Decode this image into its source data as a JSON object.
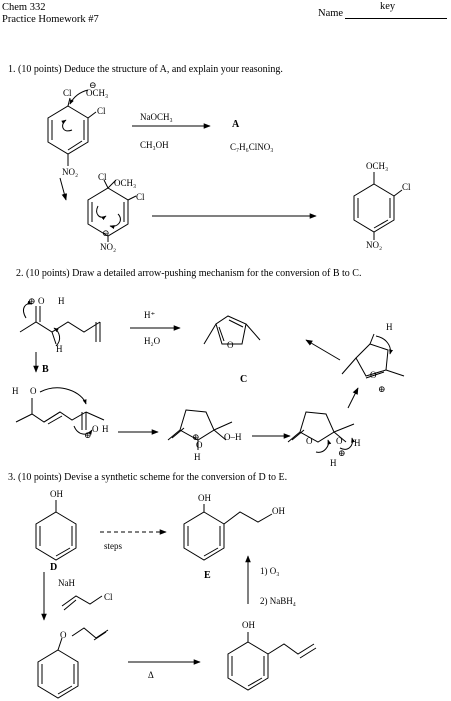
{
  "header": {
    "course": "Chem 332",
    "assignment": "Practice Homework #7",
    "name_label": "Name",
    "name_value": "key"
  },
  "q1": {
    "prompt": "1. (10 points) Deduce the structure of A, and explain your reasoning.",
    "reagent_top": "NaOCH₃",
    "reagent_bottom": "CH₃OH",
    "product_label": "A",
    "formula": "C₇H₆ClNO₃",
    "atoms": {
      "cl": "Cl",
      "och3": "OCH₃",
      "no2": "NO₂",
      "minus": "⊖"
    }
  },
  "q2": {
    "prompt": "2. (10 points) Draw a detailed arrow-pushing mechanism for the conversion of B to C.",
    "label_b": "B",
    "label_c": "C",
    "reagent_top": "H⁺",
    "reagent_bottom": "H₂O",
    "atoms": {
      "o": "O",
      "h": "H",
      "plus": "⊕",
      "oh": "O–H"
    }
  },
  "q3": {
    "prompt": "3. (10 points) Devise a synthetic scheme for the conversion of D to E.",
    "label_d": "D",
    "label_e": "E",
    "steps": "steps",
    "reagent_nah": "NaH",
    "reagent_cl": "Cl",
    "step1": "1) O₃",
    "step2": "2) NaBH₄",
    "heat": "Δ",
    "atoms": {
      "oh": "OH",
      "o": "O"
    }
  }
}
